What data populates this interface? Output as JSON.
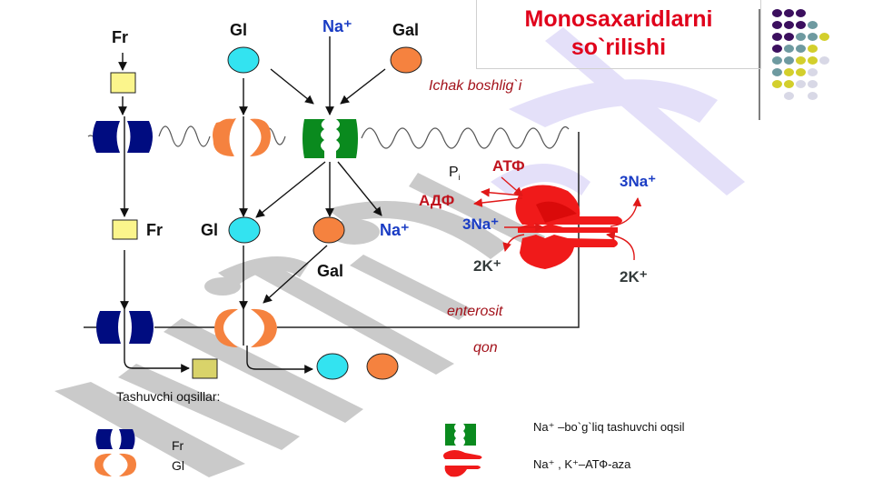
{
  "title": "Monosaxaridlarni so`rilishi",
  "regions": {
    "lumen": "Ichak boshlig`i",
    "cell": "enterosit",
    "blood": "qon"
  },
  "top_labels": {
    "fructose": "Fr",
    "glucose": "Gl",
    "sodium": "Na⁺",
    "galactose": "Gal"
  },
  "inside_labels": {
    "fructose": "Fr",
    "glucose": "Gl",
    "sodium": "Na⁺",
    "galactose": "Gal"
  },
  "pump_labels": {
    "pi": "P",
    "pi_sub": "i",
    "atp": "АТФ",
    "adp": "АДФ",
    "na_in": "3Na⁺",
    "k_in": "2K⁺",
    "na_out": "3Na⁺",
    "k_out": "2K⁺"
  },
  "legend": {
    "heading": "Tashuvchi oqsillar:",
    "items": [
      {
        "label": "Fr",
        "icon": "fructose-transporter-icon"
      },
      {
        "label": "Gl",
        "icon": "glucose-transporter-icon"
      },
      {
        "label": "Na⁺ –bo`g`liq tashuvchi oqsil",
        "icon": "sodium-cotransporter-icon"
      },
      {
        "label": "Na⁺ , K⁺–АТФ-aza",
        "icon": "na-k-atpase-icon"
      }
    ]
  },
  "colors": {
    "title": "#e0001b",
    "fructose": "#fbf58c",
    "glucose": "#33e3f0",
    "galactose": "#f5823f",
    "glut5": "#000c80",
    "glut2": "#f5823f",
    "sglt1": "#0a8a1e",
    "atpase": "#f01a1a",
    "sodium_text": "#1a3cc4",
    "region_text": "#a3121b"
  },
  "decor_dots": [
    [
      "#3b0f5e",
      "#3b0f5e",
      "#3b0f5e",
      "",
      ""
    ],
    [
      "#3b0f5e",
      "#3b0f5e",
      "#3b0f5e",
      "#6e9aa0",
      ""
    ],
    [
      "#3b0f5e",
      "#3b0f5e",
      "#6e9aa0",
      "#6e9aa0",
      "#d3cf2c"
    ],
    [
      "#3b0f5e",
      "#6e9aa0",
      "#6e9aa0",
      "#d3cf2c",
      ""
    ],
    [
      "#6e9aa0",
      "#6e9aa0",
      "#d3cf2c",
      "#d3cf2c",
      "#d8d8e6"
    ],
    [
      "#6e9aa0",
      "#d3cf2c",
      "#d3cf2c",
      "#d8d8e6",
      ""
    ],
    [
      "#d3cf2c",
      "#d3cf2c",
      "#d8d8e6",
      "#d8d8e6",
      ""
    ],
    [
      "",
      "#d8d8e6",
      "",
      "#d8d8e6",
      ""
    ]
  ]
}
